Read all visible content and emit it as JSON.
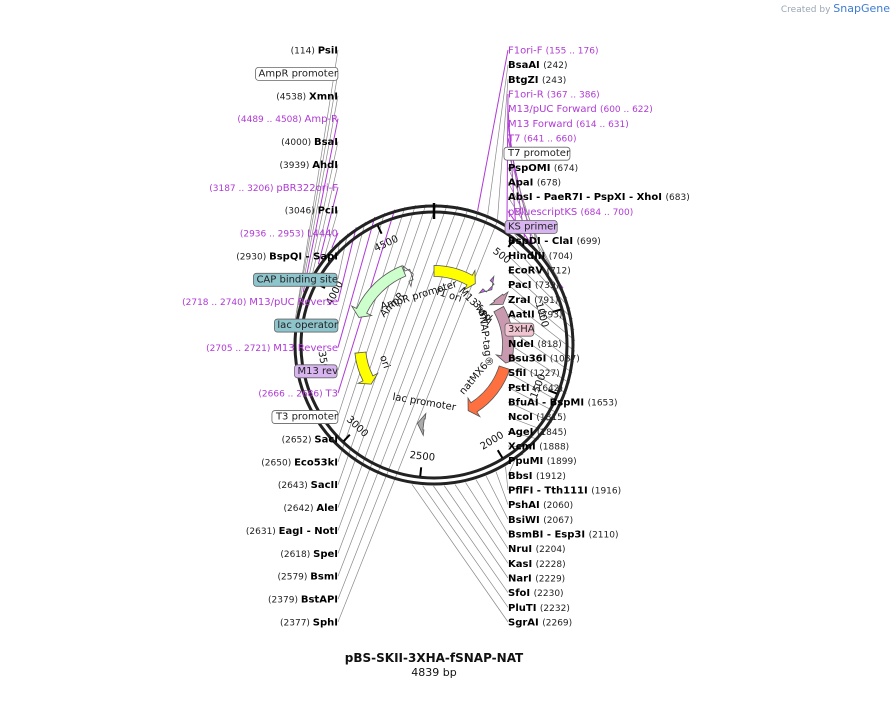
{
  "credit": {
    "prefix": "Created by",
    "brand": "SnapGene"
  },
  "plasmid": {
    "name": "pBS-SKII-3XHA-fSNAP-NAT",
    "length": "4839 bp",
    "length_bp": 4839
  },
  "ticks": [
    {
      "pos": 500,
      "label": "500"
    },
    {
      "pos": 1000,
      "label": "1000"
    },
    {
      "pos": 1500,
      "label": "1500"
    },
    {
      "pos": 2000,
      "label": "2000"
    },
    {
      "pos": 2500,
      "label": "2500"
    },
    {
      "pos": 3000,
      "label": "3000"
    },
    {
      "pos": 3500,
      "label": "3500"
    },
    {
      "pos": 4000,
      "label": "4000"
    },
    {
      "pos": 4500,
      "label": "4500"
    }
  ],
  "features": [
    {
      "name": "f1 ori",
      "start": 4839,
      "end": 456,
      "color": "#ffff00",
      "lane": 1
    },
    {
      "name": "M13 fwd",
      "start": 600,
      "end": 622,
      "color": "#cc66ff",
      "lane": 1
    },
    {
      "name": "SNAP-tag®",
      "start": 820,
      "end": 1400,
      "color": "#c999b0",
      "lane": 1
    },
    {
      "name": "3xHA",
      "start": 720,
      "end": 800,
      "color": "#c999b0",
      "lane": 1
    },
    {
      "name": "natMX6",
      "start": 1450,
      "end": 2050,
      "color": "#ff7040",
      "lane": 1
    },
    {
      "name": "lac promoter",
      "start": 2520,
      "end": 2580,
      "color": "#aaaaaa",
      "lane": 1
    },
    {
      "name": "ori",
      "start": 3550,
      "end": 3200,
      "color": "#ffff00",
      "lane": 1
    },
    {
      "name": "AmpR",
      "start": 4540,
      "end": 3900,
      "color": "#ccffcc",
      "lane": 1
    },
    {
      "name": "AmpR promoter",
      "start": 4600,
      "end": 4620,
      "color": "#ffffff",
      "lane": 1
    }
  ],
  "labels": [
    {
      "side": "L",
      "parts": [
        {
          "t": "(114)",
          "k": "num"
        },
        {
          "t": "PsiI",
          "k": "enz"
        }
      ]
    },
    {
      "side": "L",
      "parts": [
        {
          "t": "AmpR promoter",
          "k": "box-white"
        }
      ]
    },
    {
      "side": "L",
      "parts": [
        {
          "t": "(4538)",
          "k": "num"
        },
        {
          "t": "XmnI",
          "k": "enz"
        }
      ]
    },
    {
      "side": "L",
      "parts": [
        {
          "t": "(4489 .. 4508)",
          "k": "pnum"
        },
        {
          "t": "Amp-R",
          "k": "primer"
        }
      ]
    },
    {
      "side": "L",
      "parts": [
        {
          "t": "(4000)",
          "k": "num"
        },
        {
          "t": "BsaI",
          "k": "enz"
        }
      ]
    },
    {
      "side": "L",
      "parts": [
        {
          "t": "(3939)",
          "k": "num"
        },
        {
          "t": "AhdI",
          "k": "enz"
        }
      ]
    },
    {
      "side": "L",
      "parts": [
        {
          "t": "(3187 .. 3206)",
          "k": "pnum"
        },
        {
          "t": "pBR322ori-F",
          "k": "primer"
        }
      ]
    },
    {
      "side": "L",
      "parts": [
        {
          "t": "(3046)",
          "k": "num"
        },
        {
          "t": "PciI",
          "k": "enz"
        }
      ]
    },
    {
      "side": "L",
      "parts": [
        {
          "t": "(2936 .. 2953)",
          "k": "pnum"
        },
        {
          "t": "L4440",
          "k": "primer"
        }
      ]
    },
    {
      "side": "L",
      "parts": [
        {
          "t": "(2930)",
          "k": "num"
        },
        {
          "t": "BspQI",
          "k": "enz"
        },
        {
          "t": "- SapI",
          "k": "enz"
        }
      ]
    },
    {
      "side": "L",
      "parts": [
        {
          "t": "CAP binding site",
          "k": "box-teal"
        }
      ]
    },
    {
      "side": "L",
      "parts": [
        {
          "t": "(2718 .. 2740)",
          "k": "pnum"
        },
        {
          "t": "M13/pUC Reverse",
          "k": "primer"
        }
      ]
    },
    {
      "side": "L",
      "parts": [
        {
          "t": "lac operator",
          "k": "box-teal"
        }
      ]
    },
    {
      "side": "L",
      "parts": [
        {
          "t": "(2705 .. 2721)",
          "k": "pnum"
        },
        {
          "t": "M13 Reverse",
          "k": "primer"
        }
      ]
    },
    {
      "side": "L",
      "parts": [
        {
          "t": "M13 rev",
          "k": "box-purple"
        }
      ]
    },
    {
      "side": "L",
      "parts": [
        {
          "t": "(2666 .. 2686)",
          "k": "pnum"
        },
        {
          "t": "T3",
          "k": "primer"
        }
      ]
    },
    {
      "side": "L",
      "parts": [
        {
          "t": "T3 promoter",
          "k": "box-white"
        }
      ]
    },
    {
      "side": "L",
      "parts": [
        {
          "t": "(2652)",
          "k": "num"
        },
        {
          "t": "SacI",
          "k": "enz"
        }
      ]
    },
    {
      "side": "L",
      "parts": [
        {
          "t": "(2650)",
          "k": "num"
        },
        {
          "t": "Eco53kI",
          "k": "enz"
        }
      ]
    },
    {
      "side": "L",
      "parts": [
        {
          "t": "(2643)",
          "k": "num"
        },
        {
          "t": "SacII",
          "k": "enz"
        }
      ]
    },
    {
      "side": "L",
      "parts": [
        {
          "t": "(2642)",
          "k": "num"
        },
        {
          "t": "AleI",
          "k": "enz"
        }
      ]
    },
    {
      "side": "L",
      "parts": [
        {
          "t": "(2631)",
          "k": "num"
        },
        {
          "t": "EagI",
          "k": "enz"
        },
        {
          "t": "- NotI",
          "k": "enz"
        }
      ]
    },
    {
      "side": "L",
      "parts": [
        {
          "t": "(2618)",
          "k": "num"
        },
        {
          "t": "SpeI",
          "k": "enz"
        }
      ]
    },
    {
      "side": "L",
      "parts": [
        {
          "t": "(2579)",
          "k": "num"
        },
        {
          "t": "BsmI",
          "k": "enz"
        }
      ]
    },
    {
      "side": "L",
      "parts": [
        {
          "t": "(2379)",
          "k": "num"
        },
        {
          "t": "BstAPI",
          "k": "enz"
        }
      ]
    },
    {
      "side": "L",
      "parts": [
        {
          "t": "(2377)",
          "k": "num"
        },
        {
          "t": "SphI",
          "k": "enz"
        }
      ]
    },
    {
      "side": "R",
      "parts": [
        {
          "t": "F1ori-F",
          "k": "primer"
        },
        {
          "t": "(155 .. 176)",
          "k": "pnum"
        }
      ]
    },
    {
      "side": "R",
      "parts": [
        {
          "t": "BsaAI",
          "k": "enz"
        },
        {
          "t": "(242)",
          "k": "num"
        }
      ]
    },
    {
      "side": "R",
      "parts": [
        {
          "t": "BtgZI",
          "k": "enz"
        },
        {
          "t": "(243)",
          "k": "num"
        }
      ]
    },
    {
      "side": "R",
      "parts": [
        {
          "t": "F1ori-R",
          "k": "primer"
        },
        {
          "t": "(367 .. 386)",
          "k": "pnum"
        }
      ]
    },
    {
      "side": "R",
      "parts": [
        {
          "t": "M13/pUC Forward",
          "k": "primer"
        },
        {
          "t": "(600 .. 622)",
          "k": "pnum"
        }
      ]
    },
    {
      "side": "R",
      "parts": [
        {
          "t": "M13 Forward",
          "k": "primer"
        },
        {
          "t": "(614 .. 631)",
          "k": "pnum"
        }
      ]
    },
    {
      "side": "R",
      "parts": [
        {
          "t": "T7",
          "k": "primer"
        },
        {
          "t": "(641 .. 660)",
          "k": "pnum"
        }
      ]
    },
    {
      "side": "R",
      "parts": [
        {
          "t": "T7 promoter",
          "k": "box-white"
        }
      ]
    },
    {
      "side": "R",
      "parts": [
        {
          "t": "PspOMI",
          "k": "enz"
        },
        {
          "t": "(674)",
          "k": "num"
        }
      ]
    },
    {
      "side": "R",
      "parts": [
        {
          "t": "ApaI",
          "k": "enz"
        },
        {
          "t": "(678)",
          "k": "num"
        }
      ]
    },
    {
      "side": "R",
      "parts": [
        {
          "t": "AbsI",
          "k": "enz"
        },
        {
          "t": "- PaeR7I",
          "k": "enz"
        },
        {
          "t": "- PspXI",
          "k": "enz"
        },
        {
          "t": "- XhoI",
          "k": "enz"
        },
        {
          "t": "(683)",
          "k": "num"
        }
      ]
    },
    {
      "side": "R",
      "parts": [
        {
          "t": "pBluescriptKS",
          "k": "primer"
        },
        {
          "t": "(684 .. 700)",
          "k": "pnum"
        }
      ]
    },
    {
      "side": "R",
      "parts": [
        {
          "t": "KS primer",
          "k": "box-purple"
        }
      ]
    },
    {
      "side": "R",
      "parts": [
        {
          "t": "BspDI",
          "k": "enz"
        },
        {
          "t": "- ClaI",
          "k": "enz"
        },
        {
          "t": "(699)",
          "k": "num"
        }
      ]
    },
    {
      "side": "R",
      "parts": [
        {
          "t": "HindIII",
          "k": "enz"
        },
        {
          "t": "(704)",
          "k": "num"
        }
      ]
    },
    {
      "side": "R",
      "parts": [
        {
          "t": "EcoRV",
          "k": "enz"
        },
        {
          "t": "(712)",
          "k": "num"
        }
      ]
    },
    {
      "side": "R",
      "parts": [
        {
          "t": "PacI",
          "k": "enz"
        },
        {
          "t": "(739)",
          "k": "num"
        }
      ]
    },
    {
      "side": "R",
      "parts": [
        {
          "t": "ZraI",
          "k": "enz"
        },
        {
          "t": "(791)",
          "k": "num"
        }
      ]
    },
    {
      "side": "R",
      "parts": [
        {
          "t": "AatII",
          "k": "enz"
        },
        {
          "t": "(793)",
          "k": "num"
        }
      ]
    },
    {
      "side": "R",
      "parts": [
        {
          "t": "3xHA",
          "k": "box-pink"
        }
      ]
    },
    {
      "side": "R",
      "parts": [
        {
          "t": "NdeI",
          "k": "enz"
        },
        {
          "t": "(818)",
          "k": "num"
        }
      ]
    },
    {
      "side": "R",
      "parts": [
        {
          "t": "Bsu36I",
          "k": "enz"
        },
        {
          "t": "(1087)",
          "k": "num"
        }
      ]
    },
    {
      "side": "R",
      "parts": [
        {
          "t": "SfiI",
          "k": "enz"
        },
        {
          "t": "(1227)",
          "k": "num"
        }
      ]
    },
    {
      "side": "R",
      "parts": [
        {
          "t": "PstI",
          "k": "enz"
        },
        {
          "t": "(1642)",
          "k": "num"
        }
      ]
    },
    {
      "side": "R",
      "parts": [
        {
          "t": "BfuAI",
          "k": "enz"
        },
        {
          "t": "- BspMI",
          "k": "enz"
        },
        {
          "t": "(1653)",
          "k": "num"
        }
      ]
    },
    {
      "side": "R",
      "parts": [
        {
          "t": "NcoI",
          "k": "enz"
        },
        {
          "t": "(1815)",
          "k": "num"
        }
      ]
    },
    {
      "side": "R",
      "parts": [
        {
          "t": "AgeI",
          "k": "enz"
        },
        {
          "t": "(1845)",
          "k": "num"
        }
      ]
    },
    {
      "side": "R",
      "parts": [
        {
          "t": "XcmI",
          "k": "enz"
        },
        {
          "t": "(1888)",
          "k": "num"
        }
      ]
    },
    {
      "side": "R",
      "parts": [
        {
          "t": "PpuMI",
          "k": "enz"
        },
        {
          "t": "(1899)",
          "k": "num"
        }
      ]
    },
    {
      "side": "R",
      "parts": [
        {
          "t": "BbsI",
          "k": "enz"
        },
        {
          "t": "(1912)",
          "k": "num"
        }
      ]
    },
    {
      "side": "R",
      "parts": [
        {
          "t": "PflFI",
          "k": "enz"
        },
        {
          "t": "- Tth111I",
          "k": "enz"
        },
        {
          "t": "(1916)",
          "k": "num"
        }
      ]
    },
    {
      "side": "R",
      "parts": [
        {
          "t": "PshAI",
          "k": "enz"
        },
        {
          "t": "(2060)",
          "k": "num"
        }
      ]
    },
    {
      "side": "R",
      "parts": [
        {
          "t": "BsiWI",
          "k": "enz"
        },
        {
          "t": "(2067)",
          "k": "num"
        }
      ]
    },
    {
      "side": "R",
      "parts": [
        {
          "t": "BsmBI",
          "k": "enz"
        },
        {
          "t": "- Esp3I",
          "k": "enz"
        },
        {
          "t": "(2110)",
          "k": "num"
        }
      ]
    },
    {
      "side": "R",
      "parts": [
        {
          "t": "NruI",
          "k": "enz"
        },
        {
          "t": "(2204)",
          "k": "num"
        }
      ]
    },
    {
      "side": "R",
      "parts": [
        {
          "t": "KasI",
          "k": "enz"
        },
        {
          "t": "(2228)",
          "k": "num"
        }
      ]
    },
    {
      "side": "R",
      "parts": [
        {
          "t": "NarI",
          "k": "enz"
        },
        {
          "t": "(2229)",
          "k": "num"
        }
      ]
    },
    {
      "side": "R",
      "parts": [
        {
          "t": "SfoI",
          "k": "enz"
        },
        {
          "t": "(2230)",
          "k": "num"
        }
      ]
    },
    {
      "side": "R",
      "parts": [
        {
          "t": "PluTI",
          "k": "enz"
        },
        {
          "t": "(2232)",
          "k": "num"
        }
      ]
    },
    {
      "side": "R",
      "parts": [
        {
          "t": "SgrAI",
          "k": "enz"
        },
        {
          "t": "(2269)",
          "k": "num"
        }
      ]
    }
  ],
  "colors": {
    "primer": "#b03ad4",
    "enzyme": "#000000",
    "number": "#222222",
    "teal_box": "#8ec4cc",
    "purple_box": "#d8b4f0",
    "pink_box": "#f0c4d0",
    "backbone": "#222222"
  }
}
